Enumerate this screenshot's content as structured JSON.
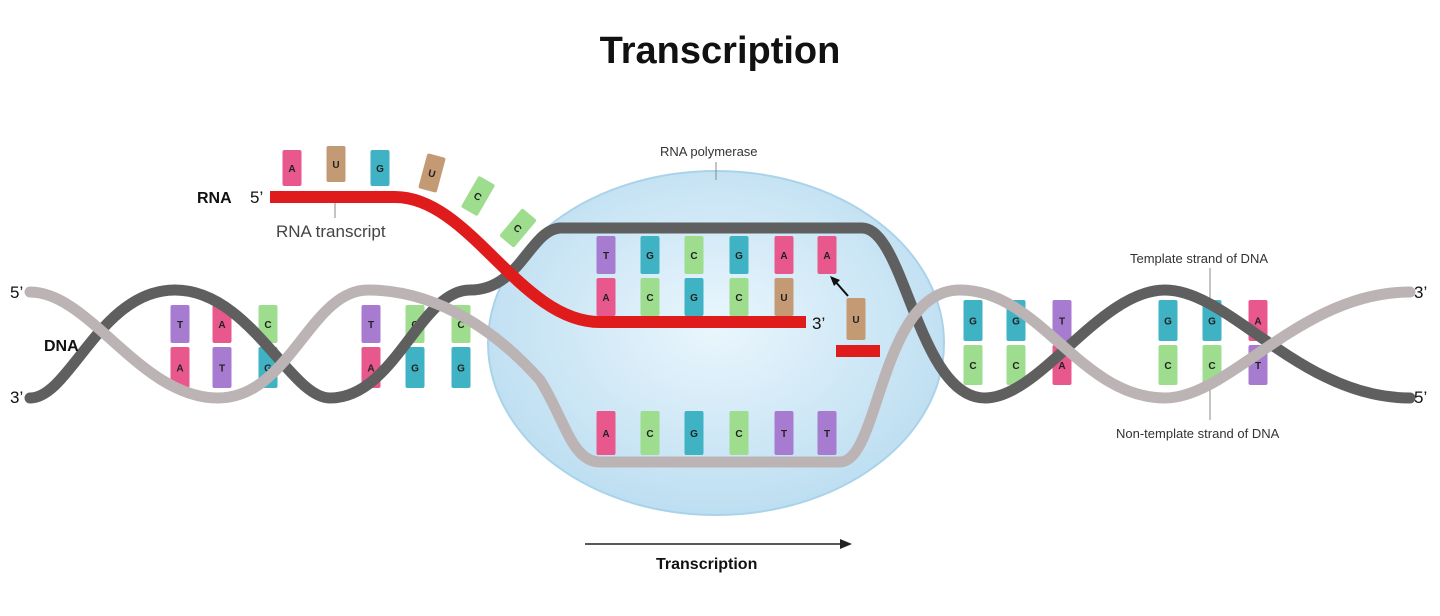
{
  "title": "Transcription",
  "labels": {
    "rna": "RNA",
    "dna": "DNA",
    "rna_transcript": "RNA transcript",
    "rna_polymerase": "RNA polymerase",
    "template_strand": "Template strand of DNA",
    "non_template_strand": "Non-template strand of DNA",
    "direction": "Transcription",
    "five_prime": "5’",
    "three_prime": "3’"
  },
  "colors": {
    "A": "#e8588c",
    "T": "#a77bd0",
    "G": "#3fb2c4",
    "C": "#9edc8e",
    "U": "#c49a74",
    "rna_strand": "#e01b1b",
    "template_strand": "#5f5f5f",
    "non_template_strand": "#bcb4b4",
    "polymerase": "#cfe8f7"
  },
  "free_rna_nucleotides": [
    "A",
    "U",
    "G",
    "U",
    "C",
    "C"
  ],
  "dna_left": {
    "top": [
      "T",
      "A",
      "C",
      "T",
      "C",
      "C"
    ],
    "bottom": [
      "A",
      "T",
      "G",
      "A",
      "G",
      "G"
    ]
  },
  "bubble_template_pairs": {
    "dna": [
      "T",
      "G",
      "C",
      "G",
      "A"
    ],
    "rna": [
      "A",
      "C",
      "G",
      "C",
      "U"
    ]
  },
  "incoming_template_base": "A",
  "incoming_rna_base": "U",
  "bubble_non_template": [
    "A",
    "C",
    "G",
    "C",
    "T",
    "T"
  ],
  "dna_right": {
    "top": [
      "G",
      "G",
      "T",
      "G",
      "G",
      "A"
    ],
    "bottom": [
      "C",
      "C",
      "A",
      "C",
      "C",
      "T"
    ]
  }
}
